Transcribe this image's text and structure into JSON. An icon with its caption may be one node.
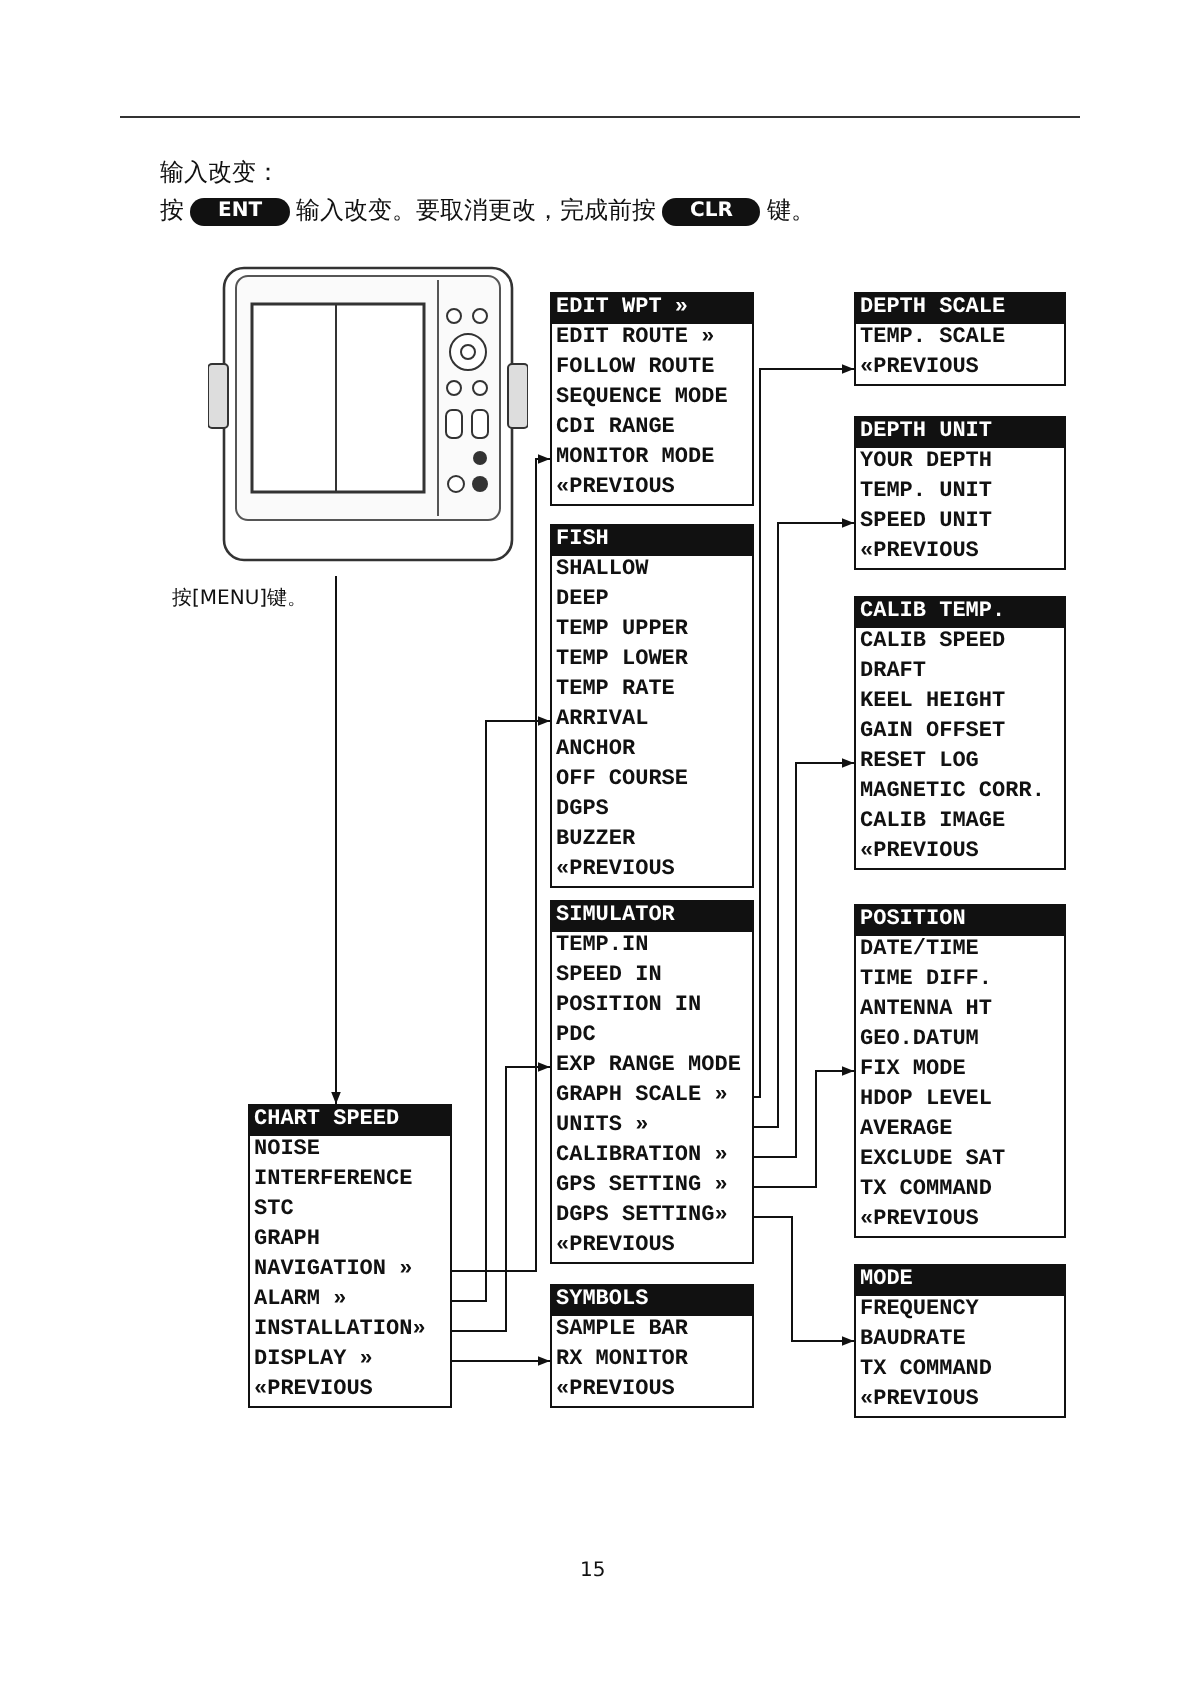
{
  "diagram": {
    "nodes": [
      {
        "text": [],
        "shape": "picture"
      },
      {
        "text": [
          "EDIT WPT »",
          "EDIT ROUTE »",
          "FOLLOW ROUTE",
          "SEQUENCE MODE",
          "CDI RANGE",
          "MONITOR MODE",
          "«PREVIOUS"
        ]
      },
      {
        "text": [
          "FISH",
          "SHALLOW",
          "DEEP",
          "TEMP UPPER",
          "TEMP LOWER",
          "TEMP RATE",
          "ARRIVAL",
          "ANCHOR",
          "OFF COURSE",
          "DGPS",
          "BUZZER",
          "«PREVIOUS"
        ]
      },
      {
        "text": [
          "DEPTH SCALE",
          "TEMP. SCALE",
          "«PREVIOUS"
        ]
      },
      {
        "text": [
          "DEPTH UNIT",
          "YOUR DEPTH",
          "TEMP. UNIT",
          "SPEED UNIT",
          "«PREVIOUS"
        ]
      },
      {
        "text": [
          "CALIB TEMP.",
          "CALIB SPEED",
          "DRAFT",
          "KEEL HEIGHT",
          "GAIN OFFSET",
          "RESET LOG",
          "MAGNETIC CORR.",
          "CALIB IMAGE",
          "«PREVIOUS"
        ]
      },
      {
        "text": [
          "SIMULATOR",
          "TEMP.IN",
          "SPEED IN",
          "POSITION IN",
          "PDC",
          "EXP RANGE MODE",
          "GRAPH SCALE »",
          "UNITS »",
          "CALIBRATION »",
          "GPS SETTING »",
          "DGPS SETTING»",
          "«PREVIOUS"
        ]
      },
      {
        "text": [
          "POSITION",
          "DATE/TIME",
          "TIME DIFF.",
          "ANTENNA HT",
          "GEO.DATUM",
          "FIX MODE",
          "HDOP LEVEL",
          "AVERAGE",
          "EXCLUDE SAT",
          "TX COMMAND",
          "«PREVIOUS"
        ]
      },
      {
        "text": [
          "CHART SPEED",
          "NOISE",
          "INTERFERENCE",
          "STC",
          "GRAPH",
          "NAVIGATION »",
          "ALARM »",
          "INSTALLATION»",
          "DISPLAY »",
          "«PREVIOUS"
        ]
      },
      {
        "text": [
          "SYMBOLS",
          "SAMPLE BAR",
          "RX MONITOR",
          "«PREVIOUS"
        ]
      },
      {
        "text": [
          "MODE",
          "FREQUENCY",
          "BAUDRATE",
          "TX COMMAND",
          "«PREVIOUS"
        ]
      }
    ],
    "edges": [
      {
        "from": 0,
        "to": 8,
        "arrow": "to"
      },
      {
        "from": 8,
        "to": 1,
        "arrow": "to"
      },
      {
        "from": 8,
        "to": 2,
        "arrow": "to"
      },
      {
        "from": 8,
        "to": 6,
        "arrow": "to"
      },
      {
        "from": 8,
        "to": 9,
        "arrow": "to"
      },
      {
        "from": 6,
        "to": 3,
        "arrow": "to"
      },
      {
        "from": 6,
        "to": 4,
        "arrow": "to"
      },
      {
        "from": 6,
        "to": 5,
        "arrow": "to"
      },
      {
        "from": 6,
        "to": 7,
        "arrow": "to"
      },
      {
        "from": 6,
        "to": 10,
        "arrow": "to"
      }
    ],
    "labels": [
      "输入改变：",
      "按",
      "ENT",
      "输入改变。要取消更改，完成前按",
      "CLR",
      "键。",
      "按[MENU]键。",
      "15"
    ]
  }
}
